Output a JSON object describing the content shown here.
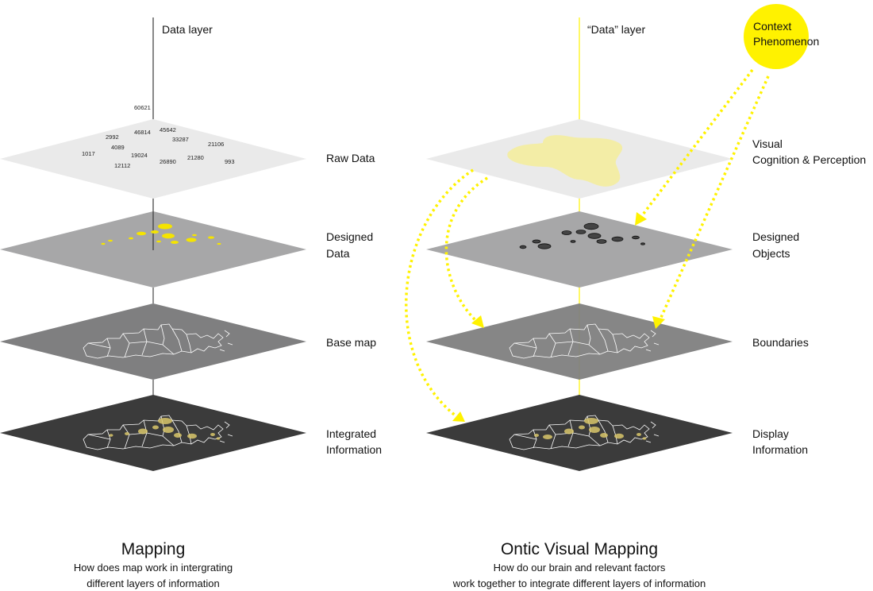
{
  "colors": {
    "raw_plane": "#eaeaea",
    "designed_plane": "#a7a7a8",
    "base_plane": "#7f7f80",
    "integrated_plane": "#3b3b3b",
    "accent_yellow": "#fff200",
    "dot_yellow": "#f5e400",
    "dark_object": "#444444",
    "muted_gold": "#d9c76b"
  },
  "left_diagram": {
    "axis_label": "Data layer",
    "raw_numbers": [
      "60621",
      "46814",
      "45642",
      "2992",
      "33287",
      "4089",
      "21106",
      "1017",
      "19024",
      "21280",
      "12112",
      "26890",
      "993"
    ],
    "layers": [
      {
        "line1": "Raw Data",
        "line2": ""
      },
      {
        "line1": "Designed",
        "line2": "Data"
      },
      {
        "line1": "Base map",
        "line2": ""
      },
      {
        "line1": "Integrated",
        "line2": "Information"
      }
    ],
    "title": "Mapping",
    "subtitle_line1": "How does map work in intergrating",
    "subtitle_line2": "different layers of information"
  },
  "right_diagram": {
    "axis_label": "“Data” layer",
    "context_line1": "Context",
    "context_line2": "Phenomenon",
    "layers": [
      {
        "line1": "Visual",
        "line2": "Cognition & Perception"
      },
      {
        "line1": "Designed",
        "line2": "Objects"
      },
      {
        "line1": "Boundaries",
        "line2": ""
      },
      {
        "line1": "Display",
        "line2": "Information"
      }
    ],
    "title": "Ontic Visual Mapping",
    "subtitle_line1": "How do our brain and relevant factors",
    "subtitle_line2": "work together to integrate different layers of information"
  }
}
